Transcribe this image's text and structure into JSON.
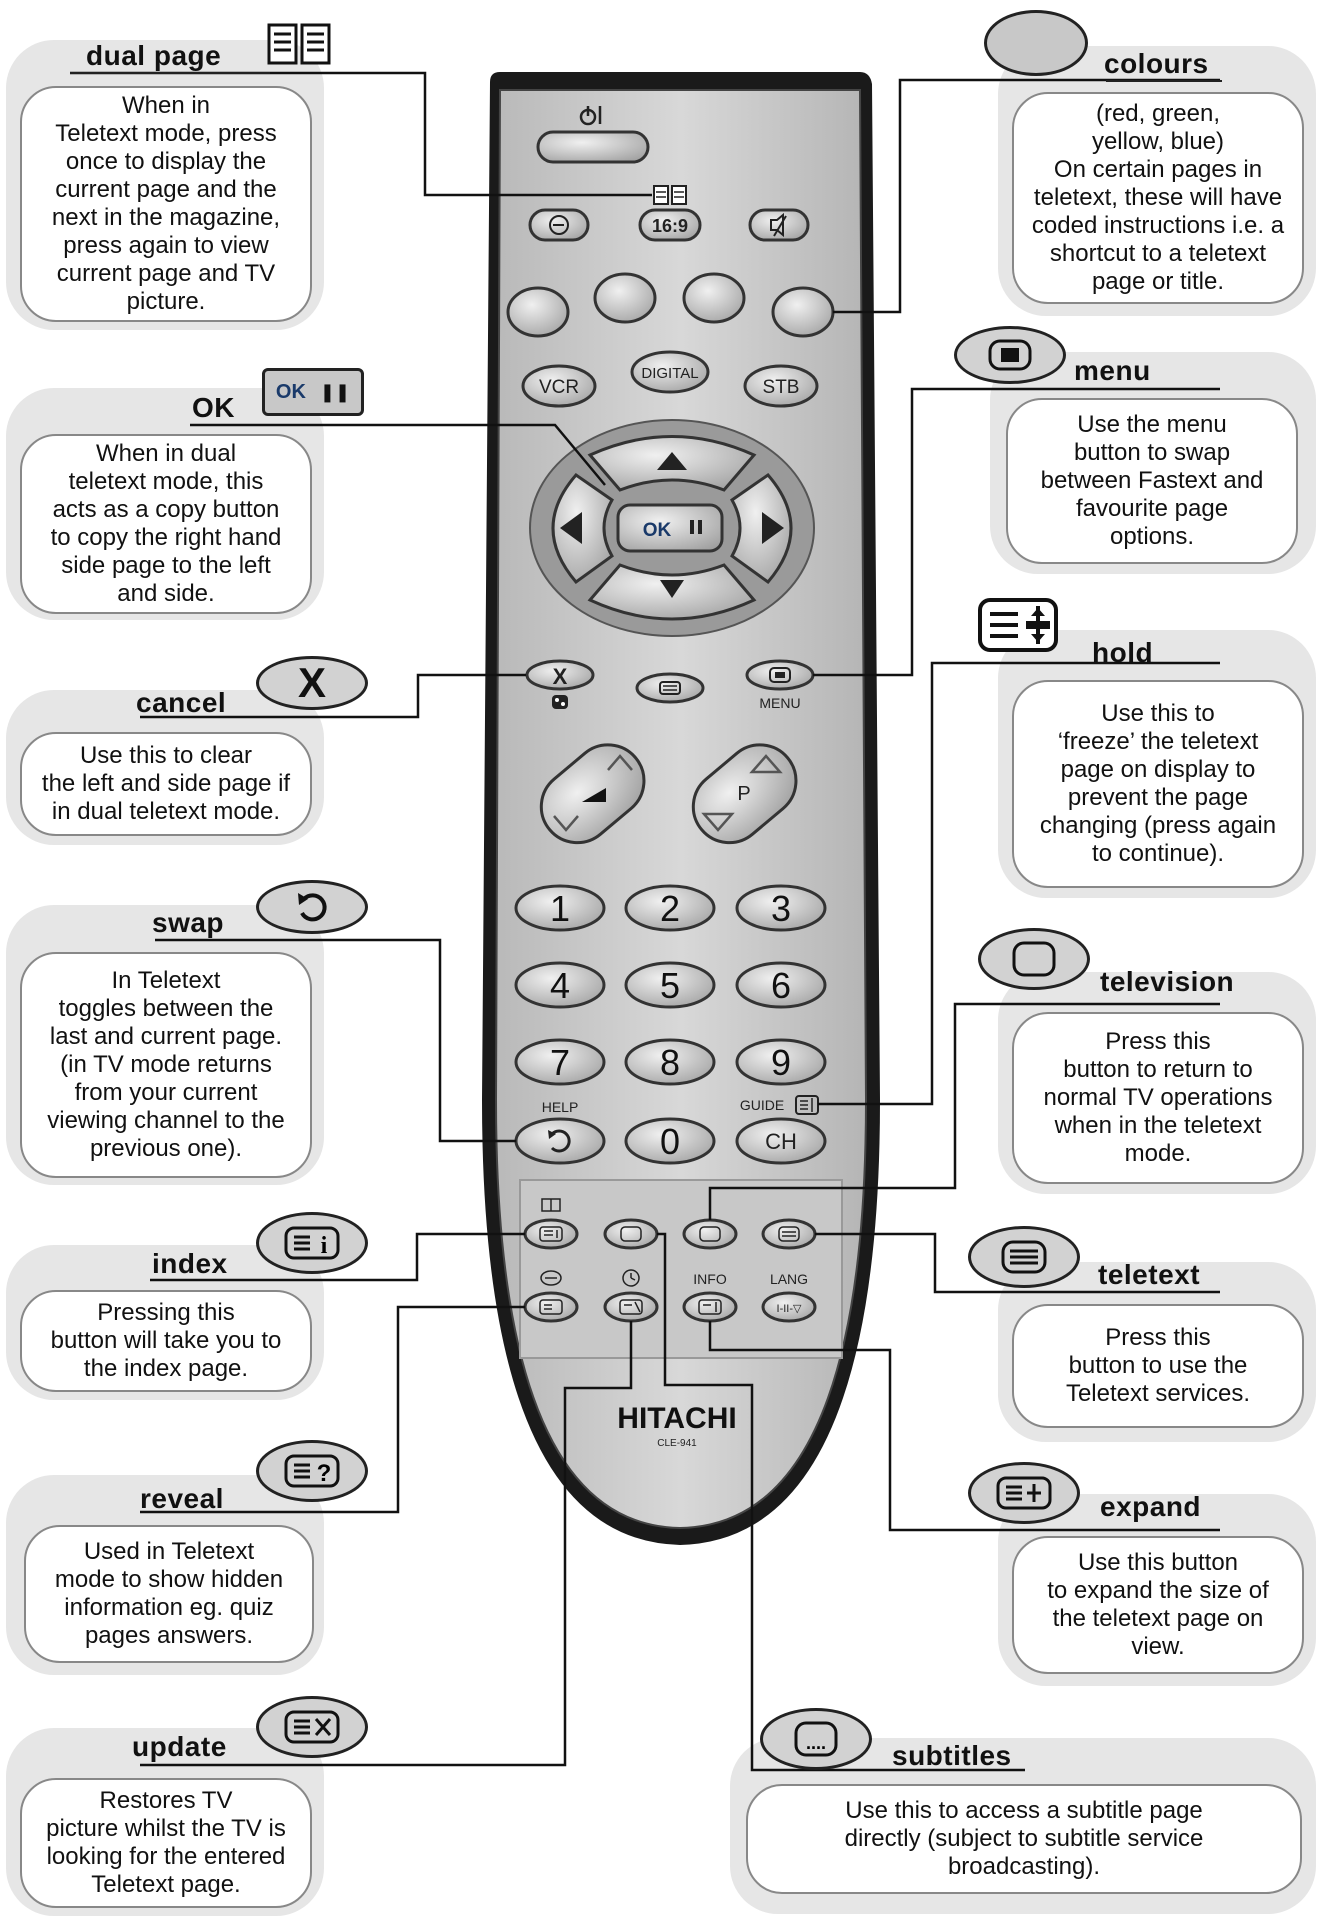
{
  "dual_page": {
    "title": "dual page",
    "text": "When in\nTeletext mode, press\nonce to display the\ncurrent page and the\nnext in the magazine,\npress again to view\ncurrent page and TV\npicture."
  },
  "ok": {
    "title": "OK",
    "button": "OK",
    "text": "When in dual\nteletext mode, this\nacts as a copy button\nto copy the right hand\nside page to the left\nand side."
  },
  "cancel": {
    "title": "cancel",
    "button": "X",
    "text": "Use this to clear\nthe left and side page if\nin dual teletext mode."
  },
  "swap": {
    "title": "swap",
    "text": "In Teletext\ntoggles between the\nlast and current page.\n(in TV mode returns\nfrom your current\nviewing channel to the\nprevious one)."
  },
  "index": {
    "title": "index",
    "text": "Pressing this\nbutton will take you to\nthe index page."
  },
  "reveal": {
    "title": "reveal",
    "text": "Used in  Teletext\nmode to show hidden\ninformation eg. quiz\npages answers."
  },
  "update": {
    "title": "update",
    "text": "Restores TV\npicture whilst the TV is\nlooking for the entered\nTeletext page."
  },
  "colours": {
    "title": "colours",
    "text": "(red, green,\nyellow, blue)\nOn certain pages in\nteletext, these will have\ncoded instructions i.e. a\nshortcut to a teletext\npage or title."
  },
  "menu": {
    "title": "menu",
    "text": "Use the menu\nbutton to swap\nbetween Fastext and\nfavourite page\noptions."
  },
  "hold": {
    "title": "hold",
    "text": "Use this to\n‘freeze’ the teletext\npage on display to\nprevent the page\nchanging (press again\nto continue)."
  },
  "television": {
    "title": "television",
    "text": "Press this\nbutton to return to\nnormal TV operations\nwhen in the teletext\nmode."
  },
  "teletext": {
    "title": "teletext",
    "text": "Press this\nbutton to use the\nTeletext services."
  },
  "expand": {
    "title": "expand",
    "text": "Use this button\nto expand the size of\nthe teletext page on\nview."
  },
  "subtitles": {
    "title": "subtitles",
    "text": "Use this to access a subtitle page\ndirectly (subject to subtitle service\nbroadcasting)."
  },
  "remote": {
    "power": "⏻|",
    "ratio": "16:9",
    "vcr": "VCR",
    "digital": "DIGITAL",
    "stb": "STB",
    "ok": "OK",
    "x": "X",
    "menu": "MENU",
    "p": "P",
    "digits": [
      "1",
      "2",
      "3",
      "4",
      "5",
      "6",
      "7",
      "8",
      "9",
      "0"
    ],
    "help": "HELP",
    "guide": "GUIDE",
    "ch": "CH",
    "info": "INFO",
    "lang": "LANG",
    "lang_btn": "I-II-▽",
    "brand": "HITACHI",
    "model": "CLE-941"
  }
}
